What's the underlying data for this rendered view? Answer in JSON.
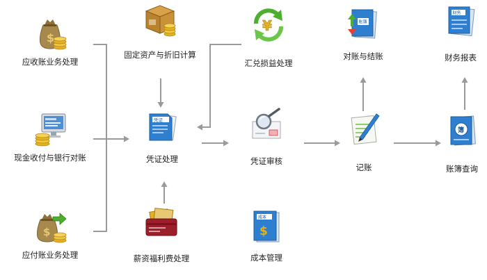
{
  "nodes": {
    "receivables": {
      "label": "应收账业务处理",
      "icon": "money-bag-icon"
    },
    "cash_bank": {
      "label": "现金收付与银行对账",
      "icon": "computer-coins-icon"
    },
    "payables": {
      "label": "应付账业务处理",
      "icon": "money-bag-arrow-icon"
    },
    "fixed_assets": {
      "label": "固定资产与折旧计算",
      "icon": "box-coins-icon"
    },
    "voucher": {
      "label": "凭证处理",
      "icon": "voucher-icon",
      "badge": "凭证"
    },
    "payroll": {
      "label": "薪资福利费处理",
      "icon": "wallet-icon"
    },
    "fx": {
      "label": "汇兑损益处理",
      "icon": "yen-arrows-icon"
    },
    "audit": {
      "label": "凭证审核",
      "icon": "magnifier-icon"
    },
    "cost": {
      "label": "成本管理",
      "icon": "cost-book-icon",
      "badge": "成本"
    },
    "reconcile": {
      "label": "对账与结账",
      "icon": "ledger-arrows-icon",
      "badge": "账簿"
    },
    "posting": {
      "label": "记账",
      "icon": "pen-paper-icon"
    },
    "reports": {
      "label": "财务报表",
      "icon": "report-book-icon",
      "badge": "财务"
    },
    "ledger_query": {
      "label": "账簿查询",
      "icon": "ledger-book-icon",
      "badge": "簿"
    }
  },
  "colors": {
    "connector": "#9a9a9a",
    "blue": "#2f7fd0",
    "gold": "#e3b21f",
    "sack": "#a7884d",
    "green": "#4caf2e",
    "red": "#9c1f2b"
  }
}
